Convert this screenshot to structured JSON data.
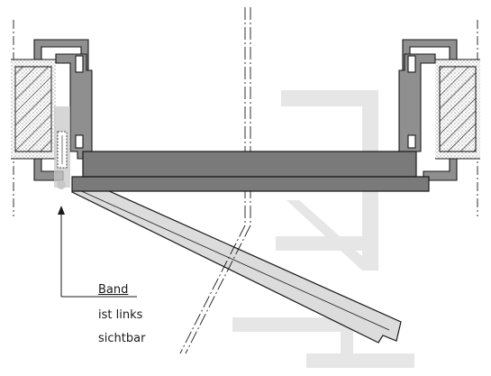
{
  "labels": {
    "band": "Band",
    "side": "ist links",
    "view": "sichtbar"
  },
  "colors": {
    "line": "#1a1a1a",
    "frame": "#8f8f8f",
    "door_leaf": "#7a7a7a",
    "open_leaf": "#dcdcdc",
    "watermark": "#e6e6e6",
    "hinge_dot": "#c8c8c8"
  }
}
